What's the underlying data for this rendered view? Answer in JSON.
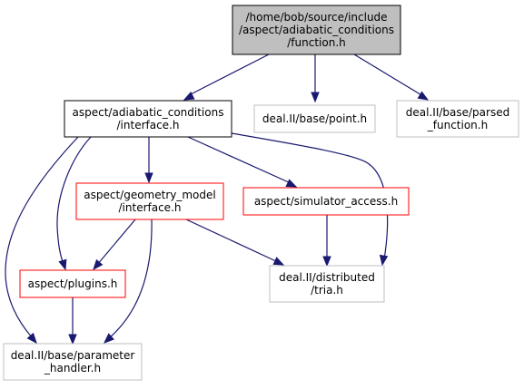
{
  "colors": {
    "edge": "#191970",
    "root_fill": "#bfbfbf",
    "root_stroke": "#000000",
    "documented_stroke": "#000000",
    "undocumented_stroke": "#bfbfbf",
    "red_stroke": "#ff0000",
    "text": "#000000"
  },
  "nodes": [
    {
      "id": "function_h",
      "style": "root",
      "lines": [
        "/home/bob/source/include",
        "/aspect/adiabatic_conditions",
        "/function.h"
      ]
    },
    {
      "id": "ac_interface_h",
      "style": "documented",
      "lines": [
        "aspect/adiabatic_conditions",
        "/interface.h"
      ]
    },
    {
      "id": "point_h",
      "style": "undocumented",
      "lines": [
        "deal.II/base/point.h"
      ]
    },
    {
      "id": "parsed_function_h",
      "style": "undocumented",
      "lines": [
        "deal.II/base/parsed",
        "_function.h"
      ]
    },
    {
      "id": "gm_interface_h",
      "style": "red",
      "lines": [
        "aspect/geometry_model",
        "/interface.h"
      ]
    },
    {
      "id": "simulator_access_h",
      "style": "red",
      "lines": [
        "aspect/simulator_access.h"
      ]
    },
    {
      "id": "plugins_h",
      "style": "red",
      "lines": [
        "aspect/plugins.h"
      ]
    },
    {
      "id": "tria_h",
      "style": "undocumented",
      "lines": [
        "deal.II/distributed",
        "/tria.h"
      ]
    },
    {
      "id": "parameter_handler_h",
      "style": "undocumented",
      "lines": [
        "deal.II/base/parameter",
        "_handler.h"
      ]
    }
  ],
  "edges": [
    {
      "from": "function_h",
      "to": "ac_interface_h"
    },
    {
      "from": "function_h",
      "to": "point_h"
    },
    {
      "from": "function_h",
      "to": "parsed_function_h"
    },
    {
      "from": "ac_interface_h",
      "to": "gm_interface_h"
    },
    {
      "from": "ac_interface_h",
      "to": "simulator_access_h"
    },
    {
      "from": "ac_interface_h",
      "to": "tria_h"
    },
    {
      "from": "ac_interface_h",
      "to": "plugins_h"
    },
    {
      "from": "ac_interface_h",
      "to": "parameter_handler_h"
    },
    {
      "from": "gm_interface_h",
      "to": "plugins_h"
    },
    {
      "from": "gm_interface_h",
      "to": "tria_h"
    },
    {
      "from": "gm_interface_h",
      "to": "parameter_handler_h"
    },
    {
      "from": "simulator_access_h",
      "to": "tria_h"
    },
    {
      "from": "plugins_h",
      "to": "parameter_handler_h"
    }
  ]
}
